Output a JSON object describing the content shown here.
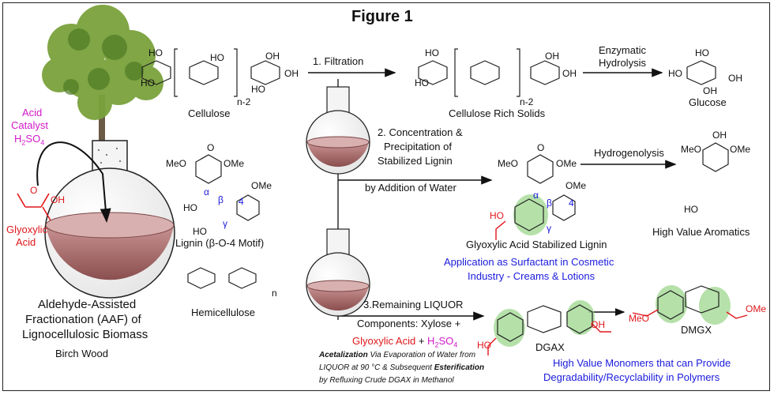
{
  "figure_title": "Figure 1",
  "labels": {
    "acid_catalyst_1": "Acid",
    "acid_catalyst_2": "Catalyst",
    "h2so4": "H",
    "h2so4_sub2": "2",
    "h2so4_so": "SO",
    "h2so4_sub4": "4",
    "glyoxylic_1": "Glyoxylic",
    "glyoxylic_2": "Acid",
    "aaf_1": "Aldehyde-Assisted",
    "aaf_2": "Fractionation (AAF) of",
    "aaf_3": "Lignocellulosic Biomass",
    "birch": "Birch Wood",
    "cellulose": "Cellulose",
    "n_minus_2": "n-2",
    "n": "n",
    "lignin": "Lignin (β-O-4 Motif)",
    "hemicellulose": "Hemicellulose",
    "step1": "1. Filtration",
    "cellulose_rich": "Cellulose Rich Solids",
    "enzymatic_1": "Enzymatic",
    "enzymatic_2": "Hydrolysis",
    "glucose": "Glucose",
    "step2_1": "2. Concentration &",
    "step2_2": "Precipitation of",
    "step2_3": "Stabilized Lignin",
    "step2_4": "by Addition of Water",
    "hydrogenolysis": "Hydrogenolysis",
    "glyoxylic_lignin": "Glyoxylic Acid Stabilized Lignin",
    "application_1": "Application as Surfactant in Cosmetic",
    "application_2": "Industry - Creams & Lotions",
    "high_value_aromatics": "High Value Aromatics",
    "step3_1": "3.Remaining LIQUOR",
    "step3_2": "Components: Xylose +",
    "step3_glyox": "Glyoxylic Acid",
    "step3_plus": "+",
    "acetal_1a": "Acetalization",
    "acetal_1b": "Via Evaporation of Water from",
    "acetal_2": "LIQUOR at 90 °C & Subsequent",
    "acetal_2b": "Esterification",
    "acetal_3": "by Refluxing Crude DGAX in Methanol",
    "dgax": "DGAX",
    "dmgx": "DMGX",
    "monomers_1": "High Value Monomers that can Provide",
    "monomers_2": "Degradability/Recyclability in Polymers",
    "meo": "MeO",
    "ome": "OMe",
    "oh": "OH",
    "ho": "HO",
    "o": "O",
    "alpha": "α",
    "beta": "β",
    "gamma": "γ",
    "four": "4"
  },
  "colors": {
    "magenta": "#d118c8",
    "red": "#e0171b",
    "blue": "#1a1adc",
    "green_highlight": "#a9dc9b",
    "liquid": "#b07a7a"
  }
}
